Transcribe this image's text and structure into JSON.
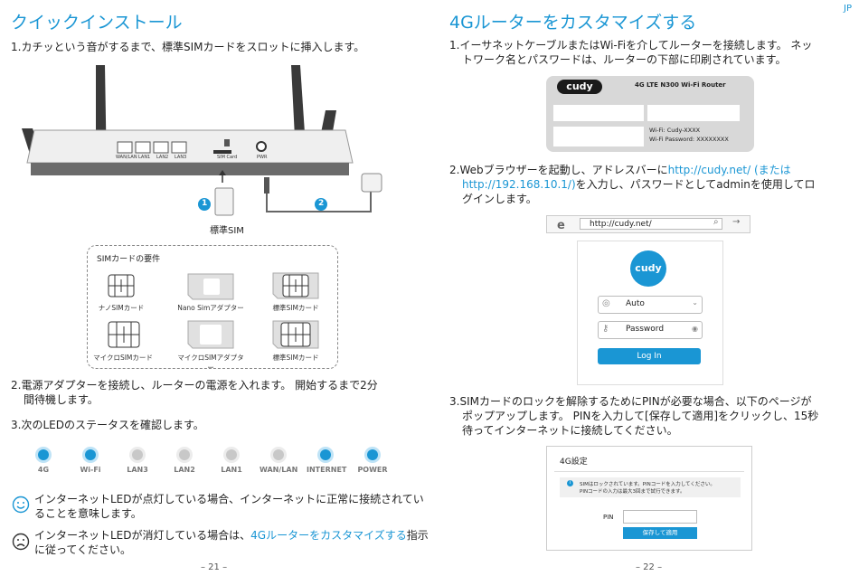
{
  "left": {
    "title": "クイックインストール",
    "step1": {
      "num": "1.",
      "text": "カチッという音がするまで、標準SIMカードをスロットに挿入します。"
    },
    "diagram": {
      "callout1": "1",
      "callout2": "2",
      "sim_label": "標準SIM",
      "port_labels": [
        "WAN/LAN",
        "LAN1",
        "LAN2",
        "LAN3"
      ],
      "sim_slot_label": "SIM Card",
      "power_label": "PWR"
    },
    "sim_requirements": {
      "title": "SIMカードの要件",
      "items": [
        {
          "label": "ナノSIMカード"
        },
        {
          "label": "Nano Simアダプター"
        },
        {
          "label": "標準SIMカード"
        },
        {
          "label": "マイクロSIMカード"
        },
        {
          "label": "マイクロSIMアダプター"
        },
        {
          "label": "標準SIMカード"
        }
      ]
    },
    "step2": {
      "num": "2.",
      "line1": "電源アダプターを接続し、ルーターの電源を入れます。 開始するまで2分",
      "line2": "間待機します。"
    },
    "step3": {
      "num": "3.",
      "text": "次のLEDのステータスを確認します。"
    },
    "leds": [
      {
        "label": "4G",
        "state": "on"
      },
      {
        "label": "Wi-Fi",
        "state": "on"
      },
      {
        "label": "LAN3",
        "state": "off"
      },
      {
        "label": "LAN2",
        "state": "off"
      },
      {
        "label": "LAN1",
        "state": "off"
      },
      {
        "label": "WAN/LAN",
        "state": "off"
      },
      {
        "label": "INTERNET",
        "state": "on"
      },
      {
        "label": "POWER",
        "state": "on"
      }
    ],
    "note_ok": {
      "line1": "インターネットLEDが点灯している場合、インターネットに正常に接続されてい",
      "line2": "ることを意味します。"
    },
    "note_ng": {
      "line1_a": "インターネットLEDが消灯している場合は、",
      "line1_link": "4Gルーターをカスタマイズする",
      "line1_b": "指示",
      "line2": "に従ってください。"
    },
    "page_number": "– 21 –"
  },
  "right": {
    "lang": "JP",
    "title": "4Gルーターをカスタマイズする",
    "step1": {
      "num": "1.",
      "line1": "イーサネットケーブルまたはWi-Fiを介してルーターを接続します。 ネッ",
      "line2": "トワーク名とパスワードは、ルーターの下部に印刷されています。"
    },
    "router_label": {
      "brand": "cudy",
      "model": "4G LTE N300 Wi-Fi Router",
      "wifi": "Wi-Fi: Cudy-XXXX",
      "password": "Wi-Fi Password: XXXXXXXX"
    },
    "step2": {
      "num": "2.",
      "line1_a": "Webブラウザーを起動し、アドレスバーに",
      "line1_link": "http://cudy.net/ (または",
      "line2_link": "http://192.168.10.1/)",
      "line2_b": "を入力し、パスワードとしてadminを使用してロ",
      "line3": "グインします。"
    },
    "browser": {
      "url": "http://cudy.net/",
      "brand": "cudy",
      "language": "Auto",
      "password_placeholder": "Password",
      "login": "Log In"
    },
    "step3": {
      "num": "3.",
      "line1": "SIMカードのロックを解除するためにPINが必要な場合、以下のページが",
      "line2": "ポップアップします。 PINを入力して[保存して適用]をクリックし、15秒",
      "line3": "待ってインターネットに接続してください。"
    },
    "pin_dialog": {
      "title": "4G設定",
      "info_line1": "SIMはロックされています。PINコードを入力してください。",
      "info_line2": "PINコードの入力は最大3回まで試行できます。",
      "pin_label": "PIN",
      "save_button": "保存して適用"
    },
    "page_number": "– 22 –"
  },
  "colors": {
    "accent": "#1a96d4",
    "led_off": "#c8c8c8"
  }
}
